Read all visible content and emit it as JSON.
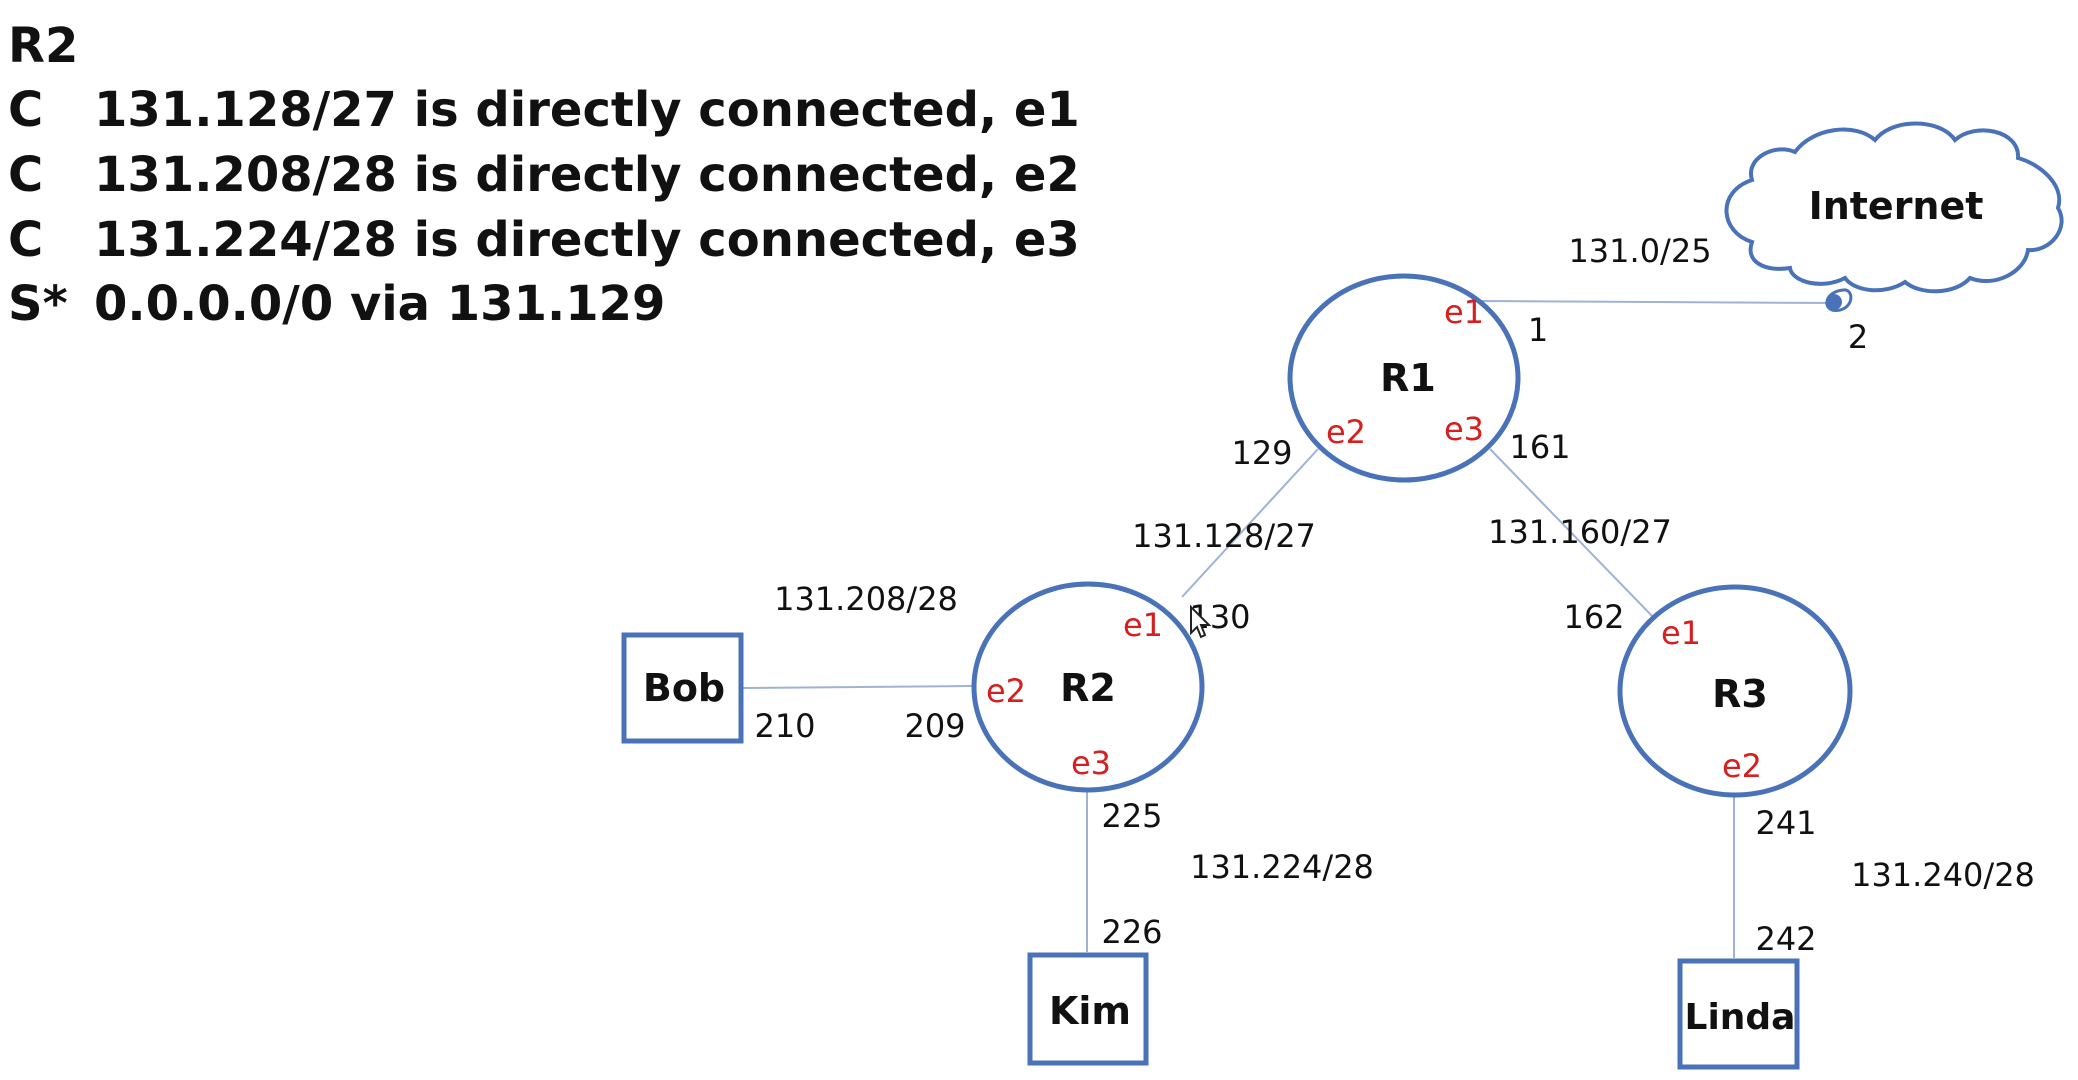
{
  "routing_table": {
    "title": "R2",
    "rows": [
      {
        "code": "C",
        "text": "131.128/27 is directly connected, e1"
      },
      {
        "code": "C",
        "text": "131.208/28 is directly connected, e2"
      },
      {
        "code": "C",
        "text": "131.224/28 is directly connected, e3"
      },
      {
        "code": "S*",
        "text": "0.0.0.0/0 via 131.129"
      }
    ]
  },
  "colors": {
    "node_stroke": "#4a72b8",
    "link": "#9fb2d6",
    "interface_label": "#d61f1f",
    "text": "#111111"
  },
  "internet": {
    "label": "Internet",
    "icon": "cloud-icon"
  },
  "routers": {
    "r1": {
      "label": "R1",
      "interfaces": {
        "e1": "e1",
        "e2": "e2",
        "e3": "e3"
      }
    },
    "r2": {
      "label": "R2",
      "interfaces": {
        "e1": "e1",
        "e2": "e2",
        "e3": "e3"
      }
    },
    "r3": {
      "label": "R3",
      "interfaces": {
        "e1": "e1",
        "e2": "e2"
      }
    }
  },
  "hosts": {
    "bob": "Bob",
    "kim": "Kim",
    "linda": "Linda"
  },
  "networks": {
    "internet_link": "131.0/25",
    "r1_r2": "131.128/27",
    "r1_r3": "131.160/27",
    "r2_bob": "131.208/28",
    "r2_kim": "131.224/28",
    "r3_linda": "131.240/28"
  },
  "addresses": {
    "r1_e1": "1",
    "internet_side": "2",
    "r1_e2": "129",
    "r1_e3": "161",
    "r2_e1": "130",
    "r3_e1": "162",
    "r2_e2": "209",
    "bob": "210",
    "r2_e3": "225",
    "kim": "226",
    "r3_e2": "241",
    "linda": "242"
  }
}
